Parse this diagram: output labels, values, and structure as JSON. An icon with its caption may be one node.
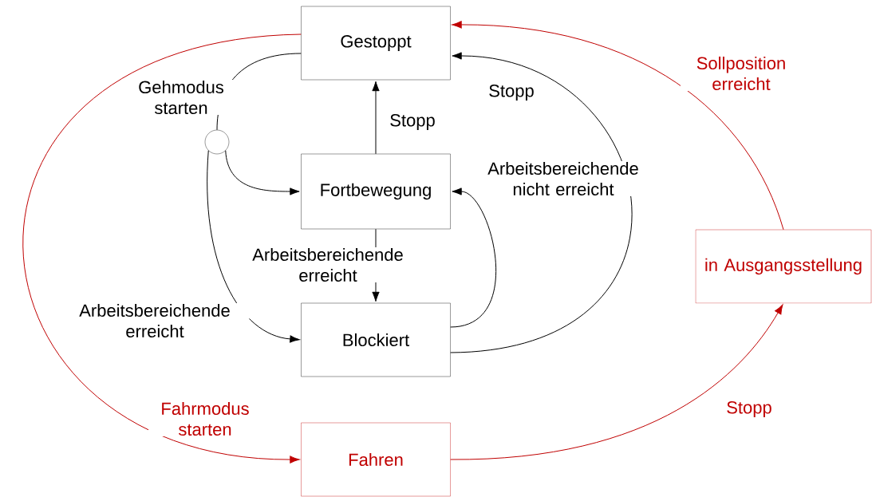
{
  "diagram": {
    "nodes": [
      {
        "text": [
          "Gestoppt"
        ]
      },
      {
        "text": [],
        "shape": "circle"
      },
      {
        "text": [
          "Fortbewegung"
        ]
      },
      {
        "text": [
          "Blockiert"
        ]
      },
      {
        "text": [
          "in Ausgangsstellung"
        ]
      },
      {
        "text": [
          "Fahren"
        ]
      }
    ],
    "edges": [
      {
        "from": 0,
        "to": 1,
        "arrow": "none",
        "label": "Gehmodus starten"
      },
      {
        "from": 1,
        "to": 2,
        "arrow": "to"
      },
      {
        "from": 1,
        "to": 3,
        "arrow": "to",
        "label": "Arbeitsbereichende erreicht"
      },
      {
        "from": 2,
        "to": 0,
        "arrow": "to",
        "label": "Stopp"
      },
      {
        "from": 2,
        "to": 3,
        "arrow": "to",
        "label": "Arbeitsbereichende erreicht"
      },
      {
        "from": 3,
        "to": 2,
        "arrow": "to",
        "label": "Arbeitsbereichende nicht erreicht"
      },
      {
        "from": 3,
        "to": 0,
        "arrow": "to",
        "label": "Stopp"
      },
      {
        "from": 0,
        "to": 5,
        "arrow": "to",
        "label": "Fahrmodus starten",
        "color": "#c00000"
      },
      {
        "from": 5,
        "to": 4,
        "arrow": "to",
        "label": "Stopp",
        "color": "#c00000"
      },
      {
        "from": 4,
        "to": 0,
        "arrow": "to",
        "label": "Sollposition erreicht",
        "color": "#c00000"
      }
    ]
  }
}
